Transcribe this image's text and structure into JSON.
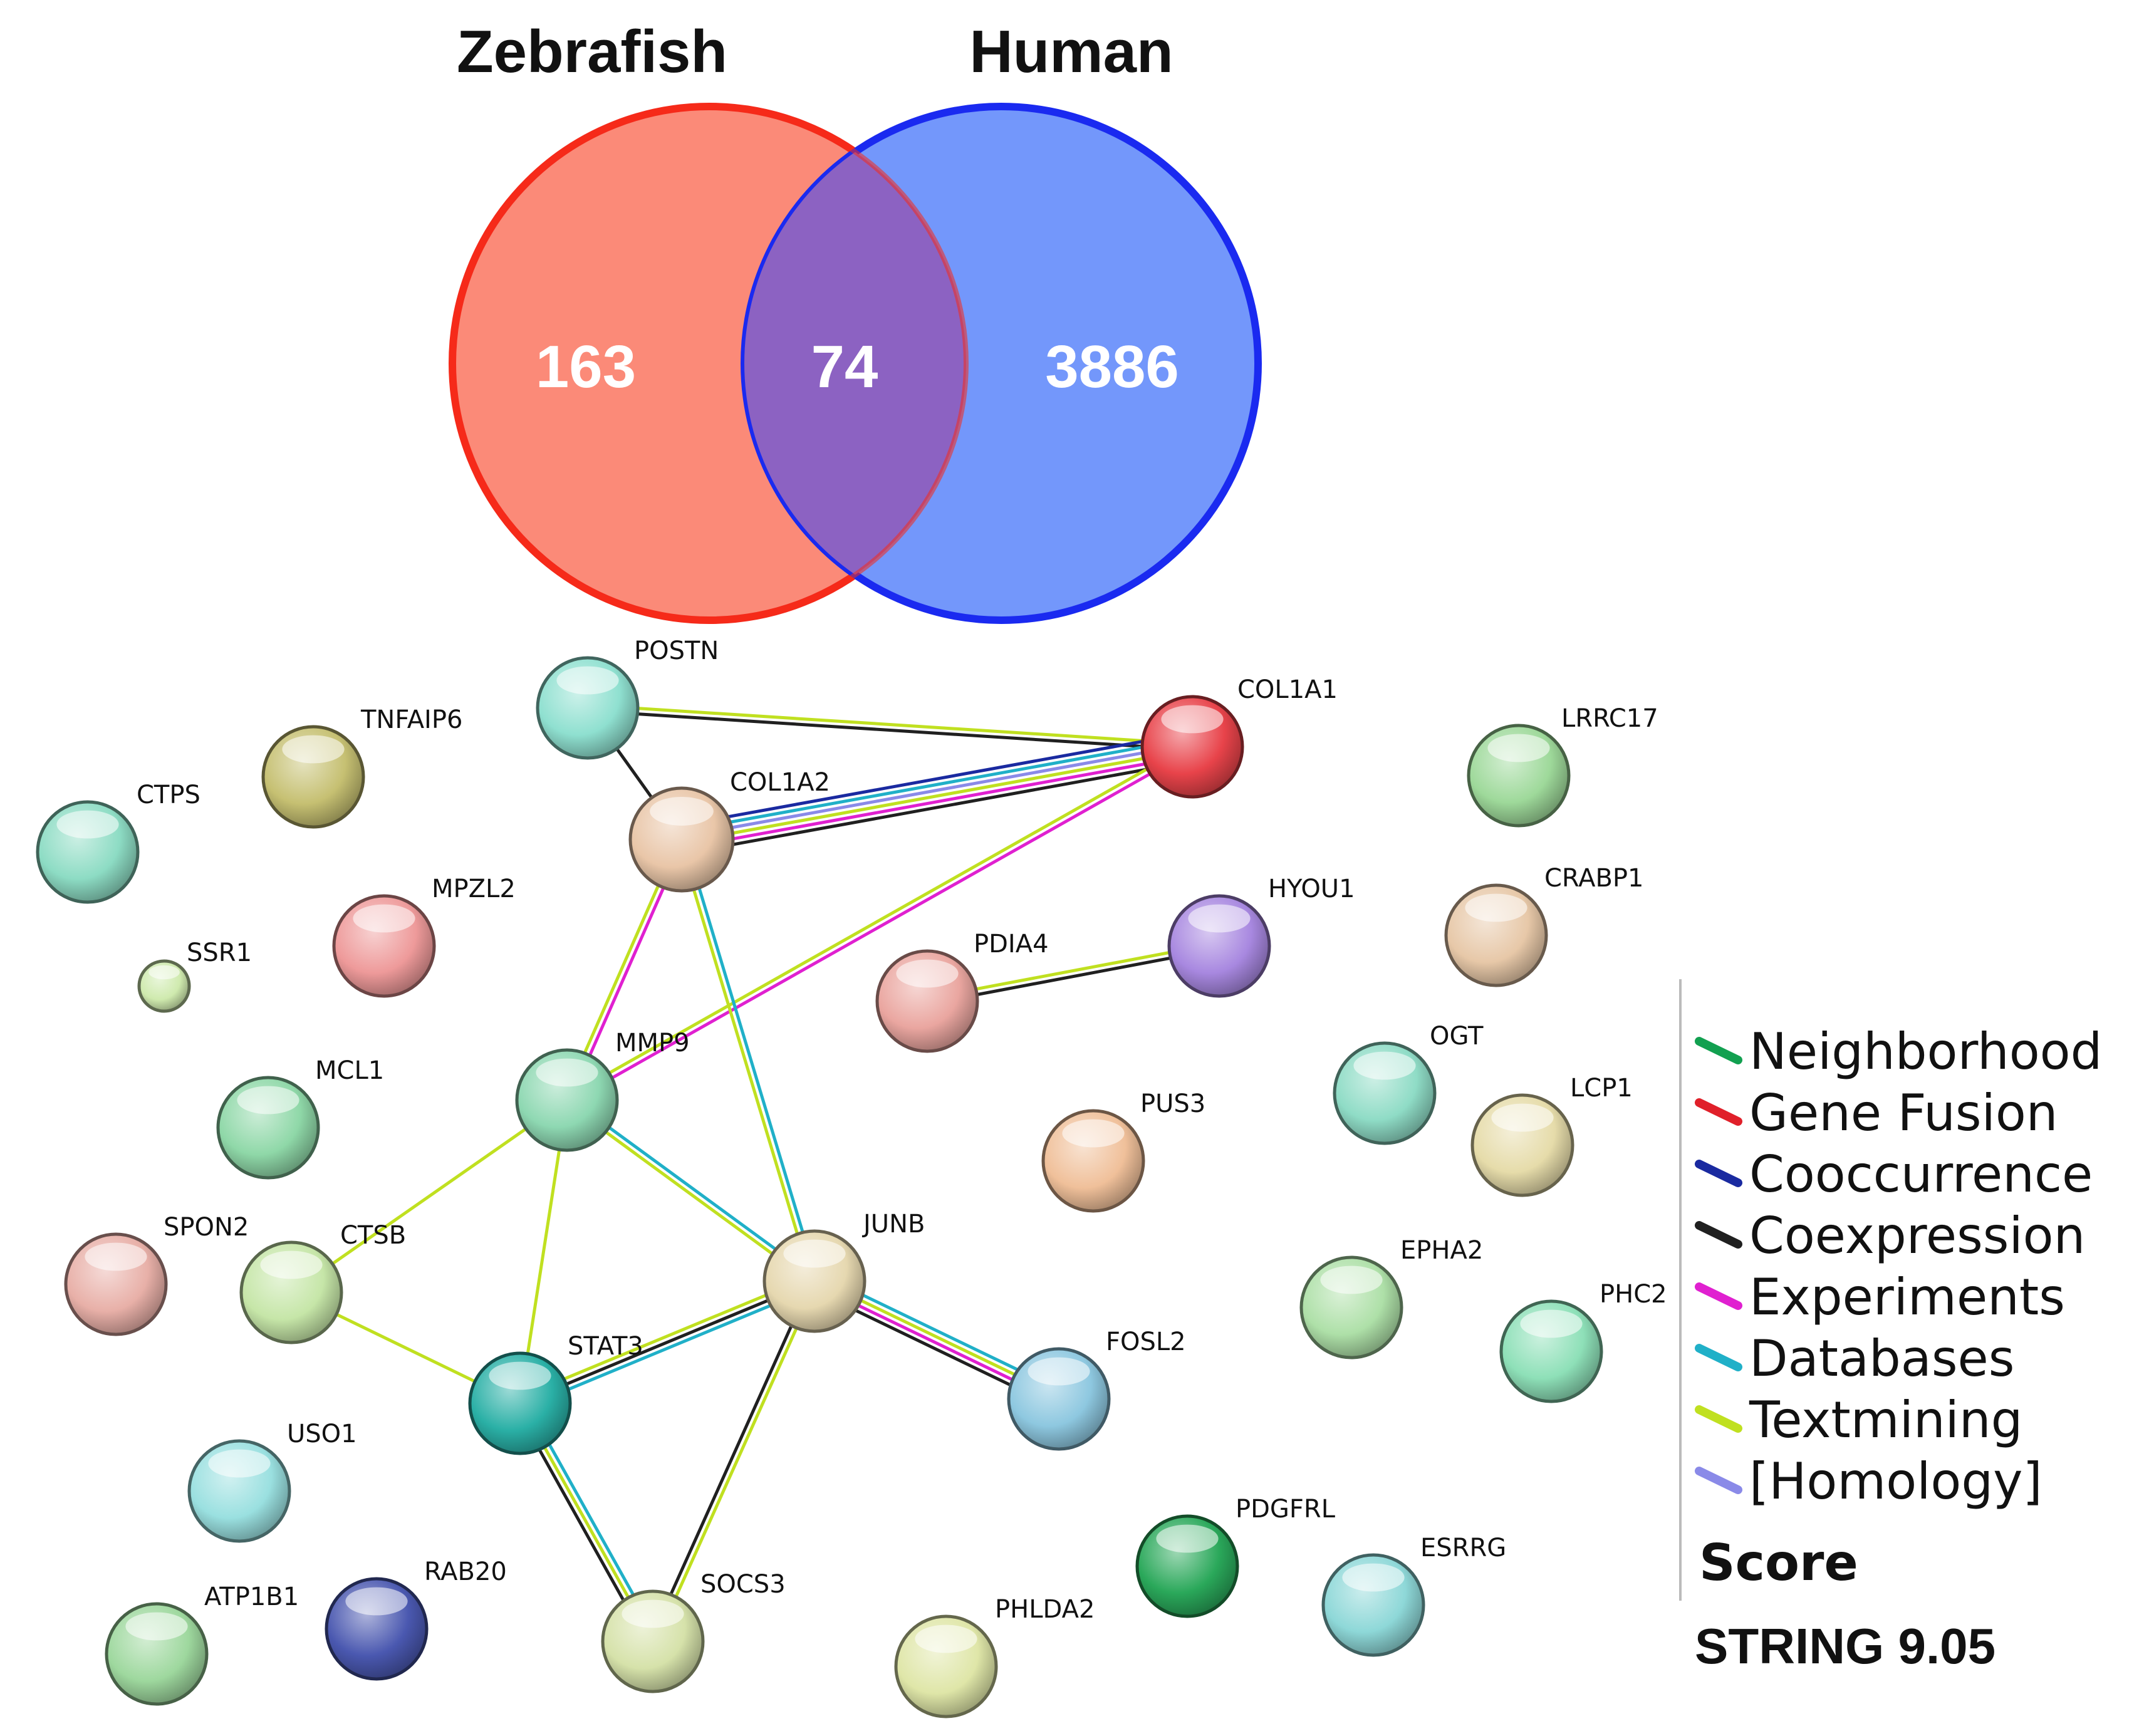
{
  "venn": {
    "left_title": "Zebrafish",
    "right_title": "Human",
    "left_only": "163",
    "overlap": "74",
    "right_only": "3886",
    "colors": {
      "left_fill": "#fb8a78",
      "left_stroke": "#f52a1a",
      "right_fill": "#7397fb",
      "right_stroke": "#1a2af0",
      "overlap_fill": "#8c62c2"
    }
  },
  "network": {
    "nodes": [
      {
        "id": "POSTN",
        "label": "POSTN",
        "color": "#8fe0d0"
      },
      {
        "id": "COL1A1",
        "label": "COL1A1",
        "color": "#e8434a"
      },
      {
        "id": "TNFAIP6",
        "label": "TNFAIP6",
        "color": "#c6c072"
      },
      {
        "id": "LRRC17",
        "label": "LRRC17",
        "color": "#9ed99a"
      },
      {
        "id": "CTPS",
        "label": "CTPS",
        "color": "#8ddcc4"
      },
      {
        "id": "COL1A2",
        "label": "COL1A2",
        "color": "#e9c6a8"
      },
      {
        "id": "CRABP1",
        "label": "CRABP1",
        "color": "#e7c8a8"
      },
      {
        "id": "MPZL2",
        "label": "MPZL2",
        "color": "#ee9a9a"
      },
      {
        "id": "HYOU1",
        "label": "HYOU1",
        "color": "#a888e0"
      },
      {
        "id": "SSR1",
        "label": "SSR1",
        "color": "#cfeaae"
      },
      {
        "id": "PDIA4",
        "label": "PDIA4",
        "color": "#eaa6a0"
      },
      {
        "id": "MMP9",
        "label": "MMP9",
        "color": "#8ed8b2"
      },
      {
        "id": "OGT",
        "label": "OGT",
        "color": "#8fdcc6"
      },
      {
        "id": "MCL1",
        "label": "MCL1",
        "color": "#8fd8a8"
      },
      {
        "id": "LCP1",
        "label": "LCP1",
        "color": "#e6dcaa"
      },
      {
        "id": "PUS3",
        "label": "PUS3",
        "color": "#f0c09a"
      },
      {
        "id": "SPON2",
        "label": "SPON2",
        "color": "#e8b0a8"
      },
      {
        "id": "CTSB",
        "label": "CTSB",
        "color": "#c6e6a8"
      },
      {
        "id": "JUNB",
        "label": "JUNB",
        "color": "#e6d8b0"
      },
      {
        "id": "EPHA2",
        "label": "EPHA2",
        "color": "#aee0a8"
      },
      {
        "id": "PHC2",
        "label": "PHC2",
        "color": "#8ee0b8"
      },
      {
        "id": "STAT3",
        "label": "STAT3",
        "color": "#2ab0a6"
      },
      {
        "id": "FOSL2",
        "label": "FOSL2",
        "color": "#8ec8e0"
      },
      {
        "id": "USO1",
        "label": "USO1",
        "color": "#9ae0e0"
      },
      {
        "id": "PDGFRL",
        "label": "PDGFRL",
        "color": "#2aa85a"
      },
      {
        "id": "ESRRG",
        "label": "ESRRG",
        "color": "#8ed8d8"
      },
      {
        "id": "ATP1B1",
        "label": "ATP1B1",
        "color": "#9ed89e"
      },
      {
        "id": "RAB20",
        "label": "RAB20",
        "color": "#4a58b0"
      },
      {
        "id": "SOCS3",
        "label": "SOCS3",
        "color": "#d6e2aa"
      },
      {
        "id": "PHLDA2",
        "label": "PHLDA2",
        "color": "#dfe6a8"
      }
    ],
    "edges": [
      {
        "source": "POSTN",
        "target": "COL1A1",
        "evidence": [
          "textmining",
          "coexpression"
        ]
      },
      {
        "source": "POSTN",
        "target": "COL1A2",
        "evidence": [
          "coexpression"
        ]
      },
      {
        "source": "COL1A2",
        "target": "COL1A1",
        "evidence": [
          "cooccurrence",
          "databases",
          "homology",
          "textmining",
          "experiments",
          "coexpression"
        ]
      },
      {
        "source": "MMP9",
        "target": "COL1A1",
        "evidence": [
          "textmining",
          "experiments"
        ]
      },
      {
        "source": "MMP9",
        "target": "COL1A2",
        "evidence": [
          "textmining",
          "experiments"
        ]
      },
      {
        "source": "COL1A2",
        "target": "JUNB",
        "evidence": [
          "databases",
          "textmining"
        ]
      },
      {
        "source": "PDIA4",
        "target": "HYOU1",
        "evidence": [
          "textmining",
          "coexpression"
        ]
      },
      {
        "source": "MMP9",
        "target": "CTSB",
        "evidence": [
          "textmining"
        ]
      },
      {
        "source": "MMP9",
        "target": "STAT3",
        "evidence": [
          "textmining"
        ]
      },
      {
        "source": "MMP9",
        "target": "JUNB",
        "evidence": [
          "databases",
          "textmining"
        ]
      },
      {
        "source": "CTSB",
        "target": "STAT3",
        "evidence": [
          "textmining"
        ]
      },
      {
        "source": "STAT3",
        "target": "JUNB",
        "evidence": [
          "textmining",
          "coexpression",
          "databases"
        ]
      },
      {
        "source": "JUNB",
        "target": "FOSL2",
        "evidence": [
          "databases",
          "textmining",
          "experiments",
          "coexpression"
        ]
      },
      {
        "source": "STAT3",
        "target": "SOCS3",
        "evidence": [
          "databases",
          "textmining",
          "coexpression"
        ]
      },
      {
        "source": "JUNB",
        "target": "SOCS3",
        "evidence": [
          "textmining",
          "coexpression"
        ]
      }
    ]
  },
  "legend": {
    "items": [
      {
        "key": "neighborhood",
        "label": "Neighborhood",
        "color": "#12a050"
      },
      {
        "key": "gene_fusion",
        "label": "Gene Fusion",
        "color": "#e0202a"
      },
      {
        "key": "cooccurrence",
        "label": "Cooccurrence",
        "color": "#1a2aa0"
      },
      {
        "key": "coexpression",
        "label": "Coexpression",
        "color": "#202020"
      },
      {
        "key": "experiments",
        "label": "Experiments",
        "color": "#e020d0"
      },
      {
        "key": "databases",
        "label": "Databases",
        "color": "#20b0c8"
      },
      {
        "key": "textmining",
        "label": "Textmining",
        "color": "#c0e020"
      },
      {
        "key": "homology",
        "label": "[Homology]",
        "color": "#8a8ae8"
      }
    ],
    "score_label": "Score",
    "version": "STRING 9.05"
  }
}
